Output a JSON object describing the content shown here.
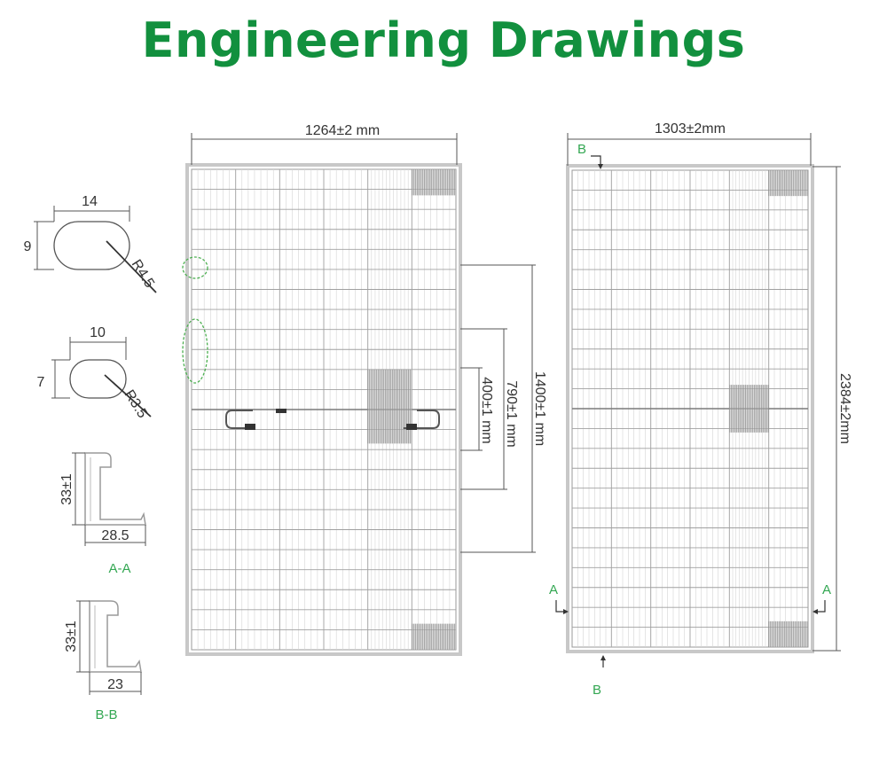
{
  "title": "Engineering Drawings",
  "colors": {
    "accent": "#12903e",
    "line": "#555555",
    "grid": "#b5b5b5",
    "frame": "#c8c8c8",
    "label": "#33a752",
    "background": "#ffffff"
  },
  "left_view": {
    "width_dim": "1264±2 mm",
    "dim_1400": "1400±1 mm",
    "dim_790": "790±1 mm",
    "dim_400": "400±1 mm"
  },
  "right_view": {
    "width_dim": "1303±2mm",
    "height_dim": "2384±2mm",
    "section_a": "A",
    "section_b": "B"
  },
  "details": {
    "hole_large": {
      "width": "14",
      "height": "9",
      "radius": "R4.5"
    },
    "hole_small": {
      "width": "10",
      "height": "7",
      "radius": "R3.5"
    },
    "frame_aa": {
      "height": "33±1",
      "width": "28.5",
      "label": "A-A"
    },
    "frame_bb": {
      "height": "33±1",
      "width": "23",
      "label": "B-B"
    }
  }
}
